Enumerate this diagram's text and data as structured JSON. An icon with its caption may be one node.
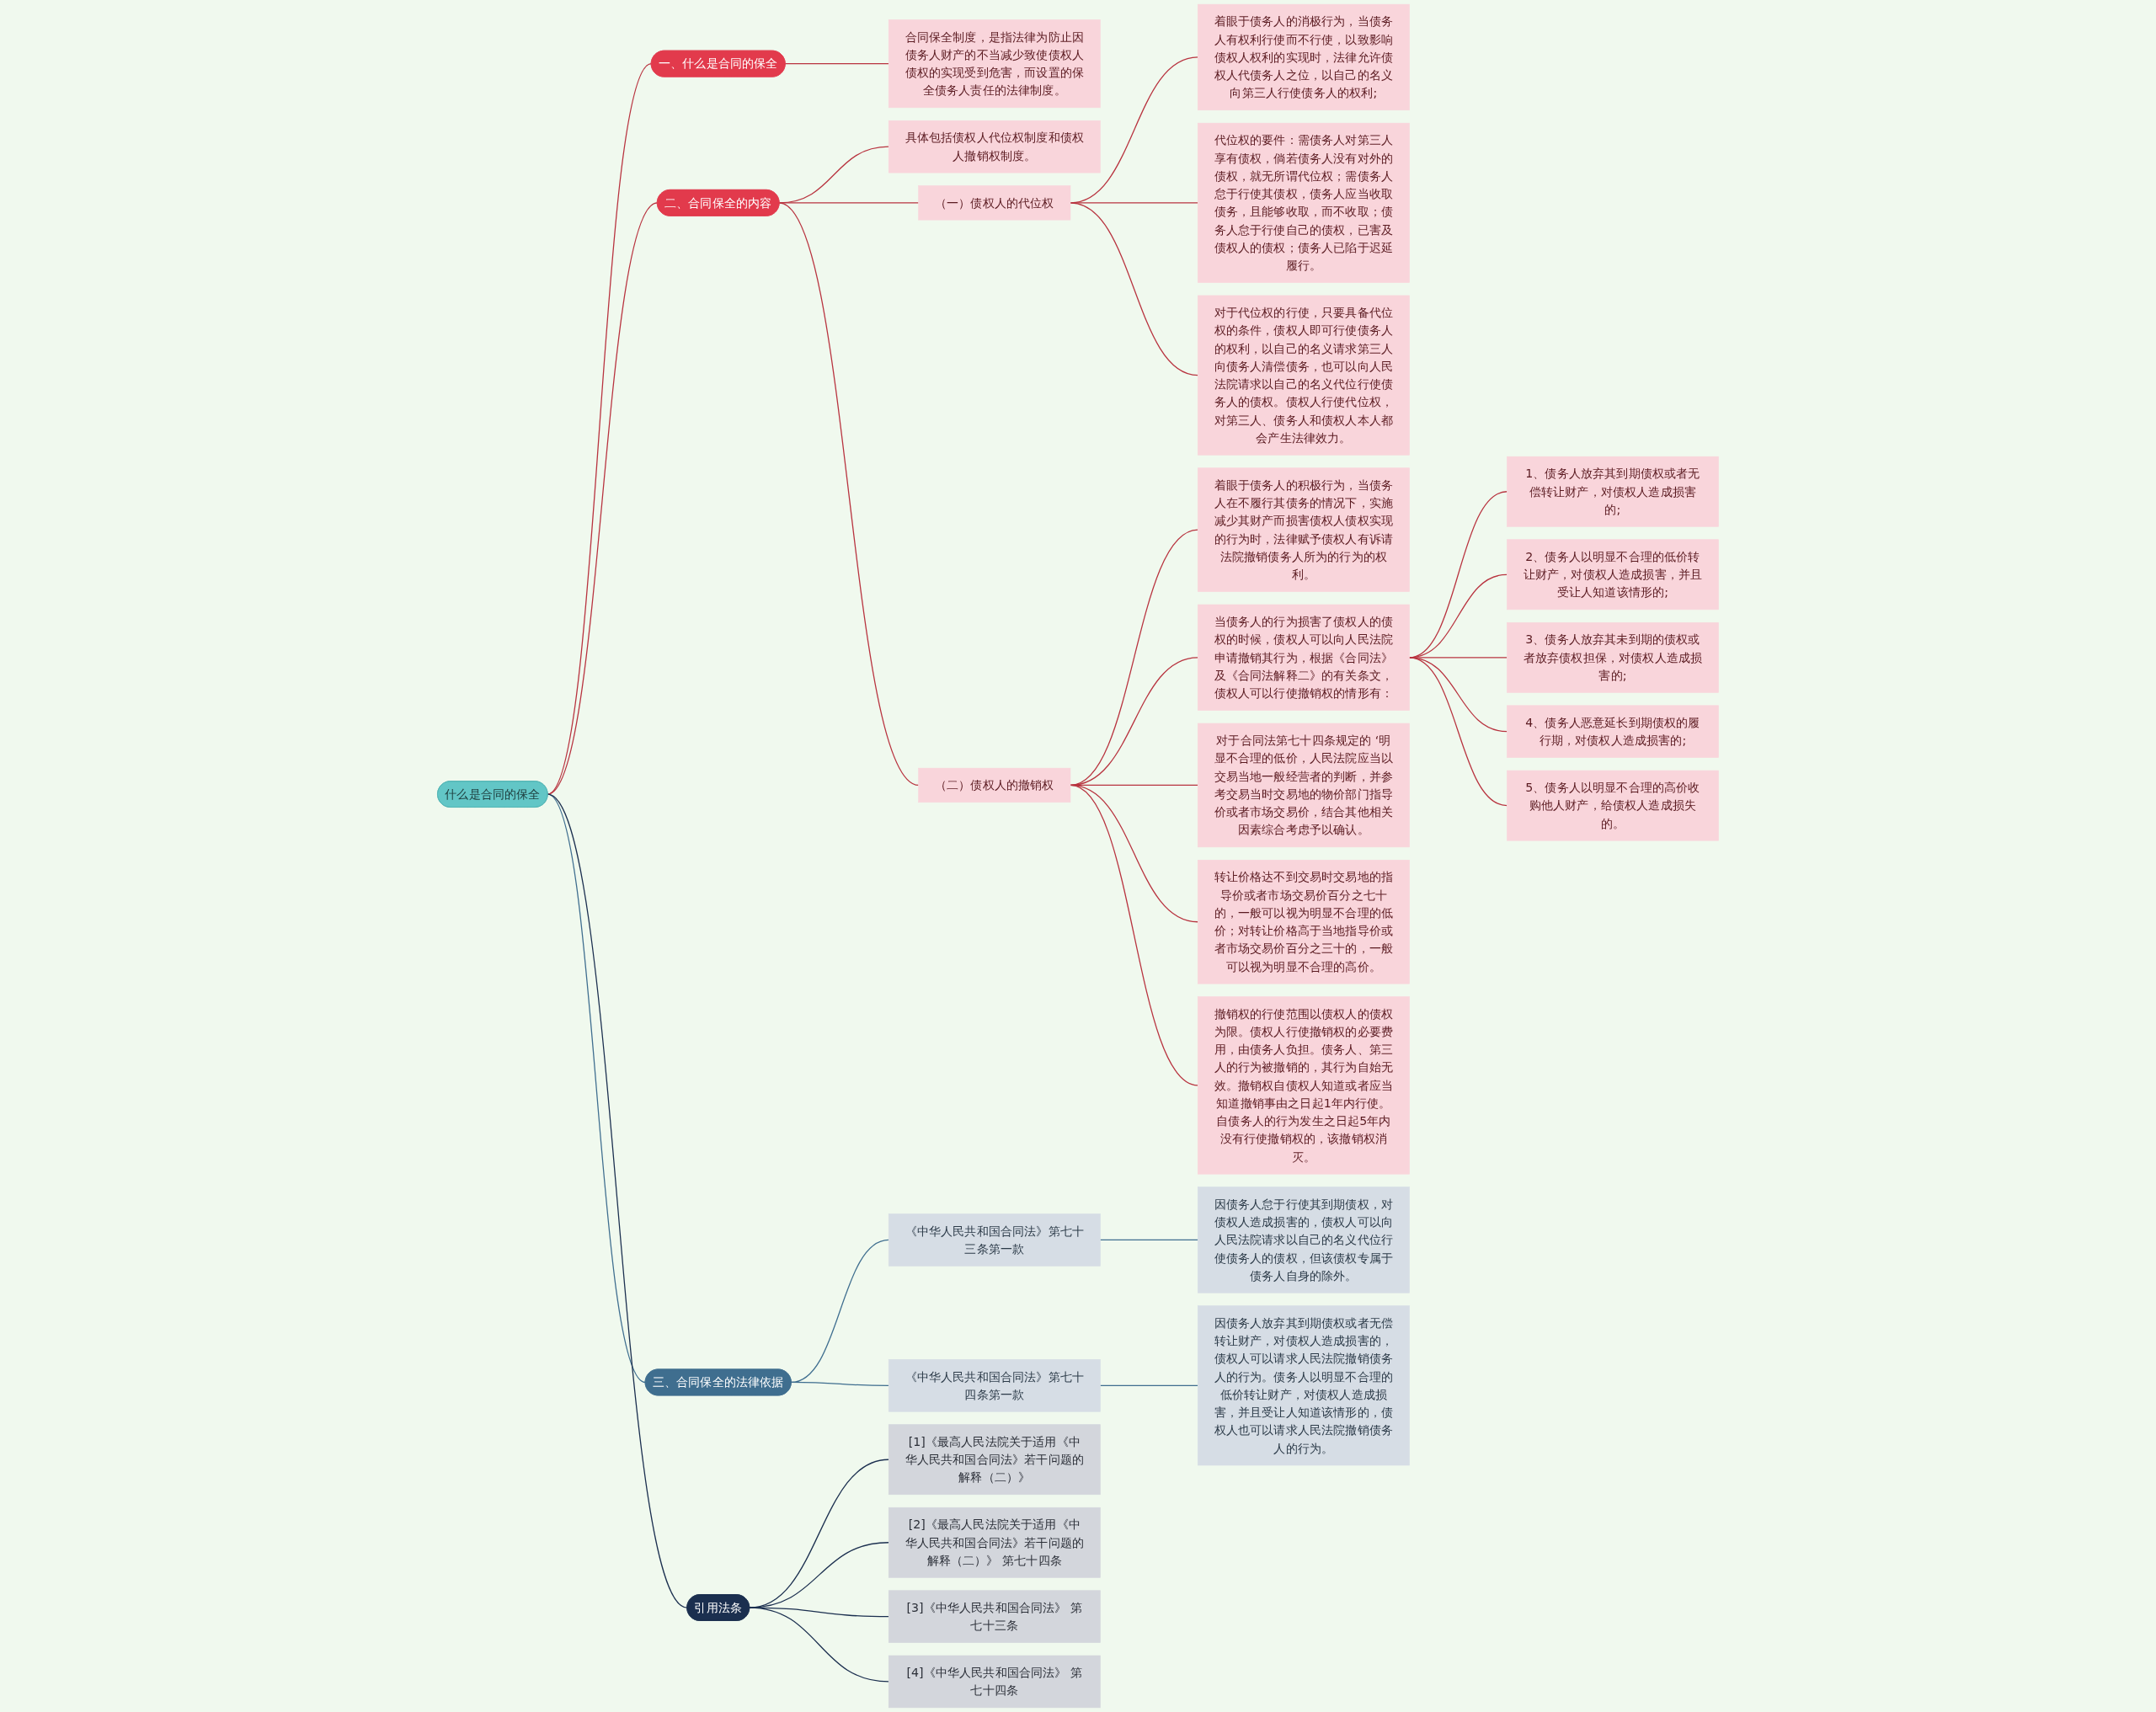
{
  "diagram": {
    "nodes": [
      {
        "text": [
          "什么是合同的保全"
        ]
      },
      {
        "text": [
          "一、什么是合同的保全"
        ]
      },
      {
        "text": [
          "合同保全制度，是指法律为防止因债务人财产的不当减少致使债权人债权的实现受到危害，而设置的保全债务人责任的法律制度。"
        ]
      },
      {
        "text": [
          "二、合同保全的内容"
        ]
      },
      {
        "text": [
          "具体包括债权人代位权制度和债权人撤销权制度。"
        ]
      },
      {
        "text": [
          "（一）债权人的代位权"
        ]
      },
      {
        "text": [
          "着眼于债务人的消极行为，当债务人有权利行使而不行使，以致影响债权人权利的实现时，法律允许债权人代债务人之位，以自己的名义向第三人行使债务人的权利;"
        ]
      },
      {
        "text": [
          "代位权的要件：需债务人对第三人享有债权，倘若债务人没有对外的债权，就无所谓代位权；需债务人怠于行使其债权，债务人应当收取债务，且能够收取，而不收取；债务人怠于行使自己的债权，已害及债权人的债权；债务人已陷于迟延履行。"
        ]
      },
      {
        "text": [
          "对于代位权的行使，只要具备代位权的条件，债权人即可行使债务人的权利，以自己的名义请求第三人向债务人清偿债务，也可以向人民法院请求以自己的名义代位行使债务人的债权。债权人行使代位权，对第三人、债务人和债权人本人都会产生法律效力。"
        ]
      },
      {
        "text": [
          "（二）债权人的撤销权"
        ]
      },
      {
        "text": [
          "着眼于债务人的积极行为，当债务人在不履行其债务的情况下，实施减少其财产而损害债权人债权实现的行为时，法律赋予债权人有诉请法院撤销债务人所为的行为的权利。"
        ]
      },
      {
        "text": [
          "当债务人的行为损害了债权人的债权的时候，债权人可以向人民法院申请撤销其行为，根据《合同法》及《合同法解释二》的有关条文，债权人可以行使撤销权的情形有："
        ]
      },
      {
        "text": [
          "1、债务人放弃其到期债权或者无偿转让财产，对债权人造成损害的;"
        ]
      },
      {
        "text": [
          "2、债务人以明显不合理的低价转让财产，对债权人造成损害，并且受让人知道该情形的;"
        ]
      },
      {
        "text": [
          "3、债务人放弃其未到期的债权或者放弃债权担保，对债权人造成损害的;"
        ]
      },
      {
        "text": [
          "4、债务人恶意延长到期债权的履行期，对债权人造成损害的;"
        ]
      },
      {
        "text": [
          "5、债务人以明显不合理的高价收购他人财产，给债权人造成损失的。"
        ]
      },
      {
        "text": [
          "对于合同法第七十四条规定的 ‘明显不合理的低价，人民法院应当以交易当地一般经营者的判断，并参考交易当时交易地的物价部门指导价或者市场交易价，结合其他相关因素综合考虑予以确认。"
        ]
      },
      {
        "text": [
          "转让价格达不到交易时交易地的指导价或者市场交易价百分之七十的，一般可以视为明显不合理的低价；对转让价格高于当地指导价或者市场交易价百分之三十的，一般可以视为明显不合理的高价。"
        ]
      },
      {
        "text": [
          "撤销权的行使范围以债权人的债权为限。债权人行使撤销权的必要费用，由债务人负担。债务人、第三人的行为被撤销的，其行为自始无效。撤销权自债权人知道或者应当知道撤销事由之日起1年内行使。自债务人的行为发生之日起5年内没有行使撤销权的，该撤销权消灭。"
        ]
      },
      {
        "text": [
          "三、合同保全的法律依据"
        ]
      },
      {
        "text": [
          "《中华人民共和国合同法》第七十三条第一款"
        ]
      },
      {
        "text": [
          "因债务人怠于行使其到期债权，对债权人造成损害的，债权人可以向人民法院请求以自己的名义代位行使债务人的债权，但该债权专属于债务人自身的除外。"
        ]
      },
      {
        "text": [
          "《中华人民共和国合同法》第七十四条第一款"
        ]
      },
      {
        "text": [
          "因债务人放弃其到期债权或者无偿转让财产，对债权人造成损害的，债权人可以请求人民法院撤销债务人的行为。债务人以明显不合理的低价转让财产，对债权人造成损害，并且受让人知道该情形的，债权人也可以请求人民法院撤销债务人的行为。"
        ]
      },
      {
        "text": [
          "引用法条"
        ]
      },
      {
        "text": [
          "[1]《最高人民法院关于适用《中华人民共和国合同法》若干问题的解释（二）》"
        ]
      },
      {
        "text": [
          "[2]《最高人民法院关于适用《中华人民共和国合同法》若干问题的解释（二）》 第七十四条"
        ]
      },
      {
        "text": [
          "[3]《中华人民共和国合同法》 第七十三条"
        ]
      },
      {
        "text": [
          "[4]《中华人民共和国合同法》 第七十四条"
        ]
      }
    ],
    "edges": [
      {
        "from": 0,
        "to": 1,
        "arrow": "none"
      },
      {
        "from": 1,
        "to": 2,
        "arrow": "none"
      },
      {
        "from": 0,
        "to": 3,
        "arrow": "none"
      },
      {
        "from": 3,
        "to": 4,
        "arrow": "none"
      },
      {
        "from": 3,
        "to": 5,
        "arrow": "none"
      },
      {
        "from": 5,
        "to": 6,
        "arrow": "none"
      },
      {
        "from": 5,
        "to": 7,
        "arrow": "none"
      },
      {
        "from": 5,
        "to": 8,
        "arrow": "none"
      },
      {
        "from": 3,
        "to": 9,
        "arrow": "none"
      },
      {
        "from": 9,
        "to": 10,
        "arrow": "none"
      },
      {
        "from": 9,
        "to": 11,
        "arrow": "none"
      },
      {
        "from": 11,
        "to": 12,
        "arrow": "none"
      },
      {
        "from": 11,
        "to": 13,
        "arrow": "none"
      },
      {
        "from": 11,
        "to": 14,
        "arrow": "none"
      },
      {
        "from": 11,
        "to": 15,
        "arrow": "none"
      },
      {
        "from": 11,
        "to": 16,
        "arrow": "none"
      },
      {
        "from": 9,
        "to": 17,
        "arrow": "none"
      },
      {
        "from": 9,
        "to": 18,
        "arrow": "none"
      },
      {
        "from": 9,
        "to": 19,
        "arrow": "none"
      },
      {
        "from": 0,
        "to": 20,
        "arrow": "none",
        "color": "#3f6e8f"
      },
      {
        "from": 20,
        "to": 21,
        "arrow": "none",
        "color": "#3f6e8f"
      },
      {
        "from": 21,
        "to": 22,
        "arrow": "none",
        "color": "#3f6e8f"
      },
      {
        "from": 20,
        "to": 23,
        "arrow": "none",
        "color": "#3f6e8f"
      },
      {
        "from": 23,
        "to": 24,
        "arrow": "none",
        "color": "#3f6e8f"
      },
      {
        "from": 0,
        "to": 25,
        "arrow": "none",
        "color": "#1b2f4f"
      },
      {
        "from": 25,
        "to": 26,
        "arrow": "none",
        "color": "#1b2f4f"
      },
      {
        "from": 25,
        "to": 27,
        "arrow": "none",
        "color": "#1b2f4f"
      },
      {
        "from": 25,
        "to": 28,
        "arrow": "none",
        "color": "#1b2f4f"
      },
      {
        "from": 25,
        "to": 29,
        "arrow": "none",
        "color": "#1b2f4f"
      }
    ]
  }
}
